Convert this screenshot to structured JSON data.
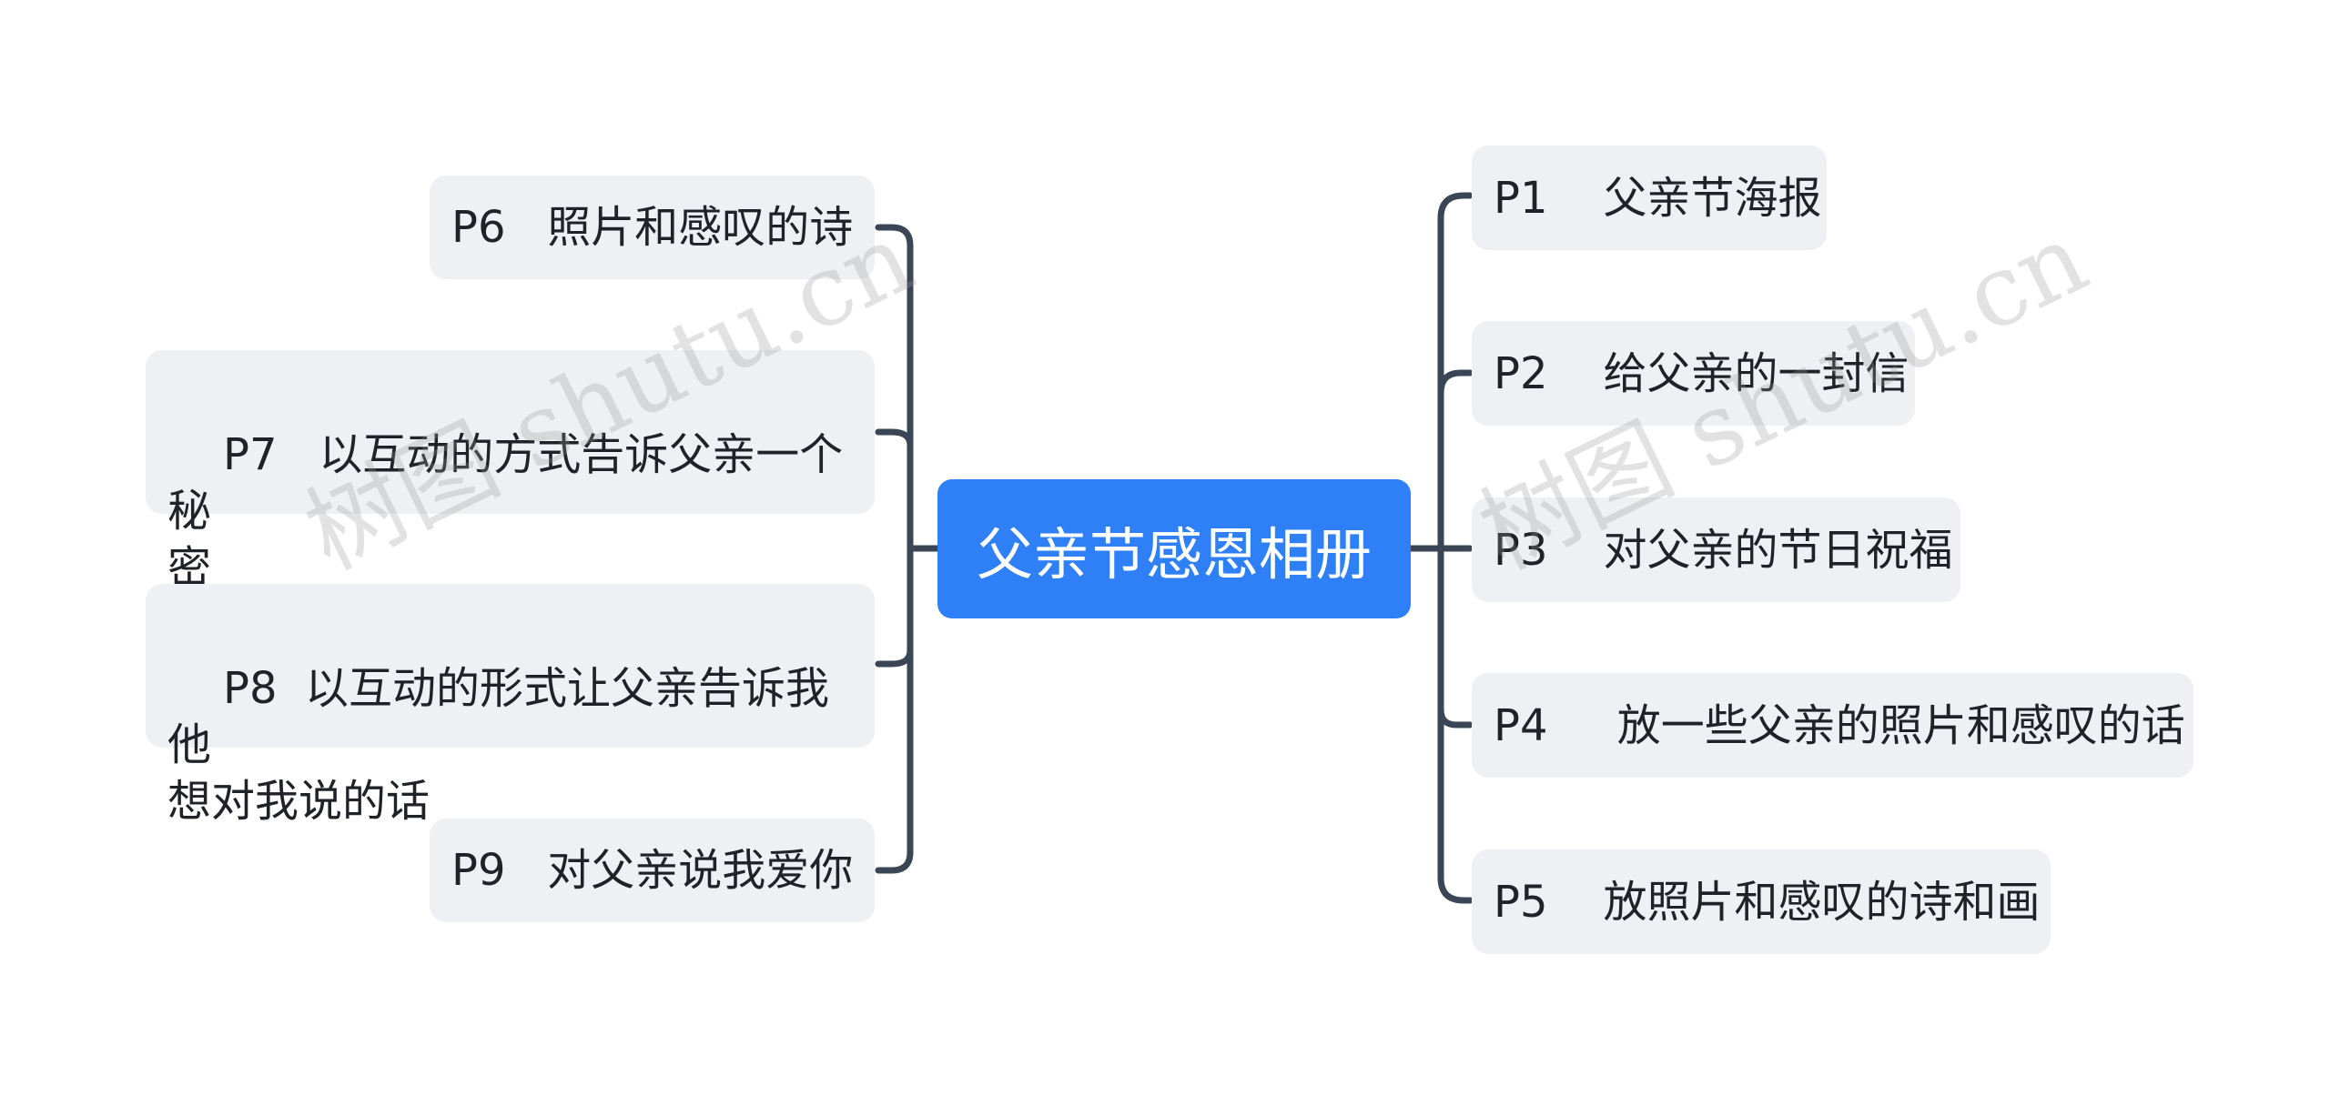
{
  "root": {
    "label": "父亲节感恩相册"
  },
  "left_branches": [
    {
      "label": "P6   照片和感叹的诗"
    },
    {
      "label": "P7   以互动的方式告诉父亲一个秘\n密"
    },
    {
      "label": "P8  以互动的形式让父亲告诉我他\n想对我说的话"
    },
    {
      "label": "P9   对父亲说我爱你"
    }
  ],
  "right_branches": [
    {
      "label": "P1    父亲节海报"
    },
    {
      "label": "P2    给父亲的一封信"
    },
    {
      "label": "P3    对父亲的节日祝福"
    },
    {
      "label": "P4     放一些父亲的照片和感叹的话"
    },
    {
      "label": "P5    放照片和感叹的诗和画"
    }
  ],
  "watermarks": [
    "树图 shutu.cn",
    "树图 shutu.cn"
  ],
  "colors": {
    "root_fill": "#2f80f6",
    "node_fill": "#eef0f3",
    "connector": "#3a4656",
    "text": "#1f2328"
  }
}
